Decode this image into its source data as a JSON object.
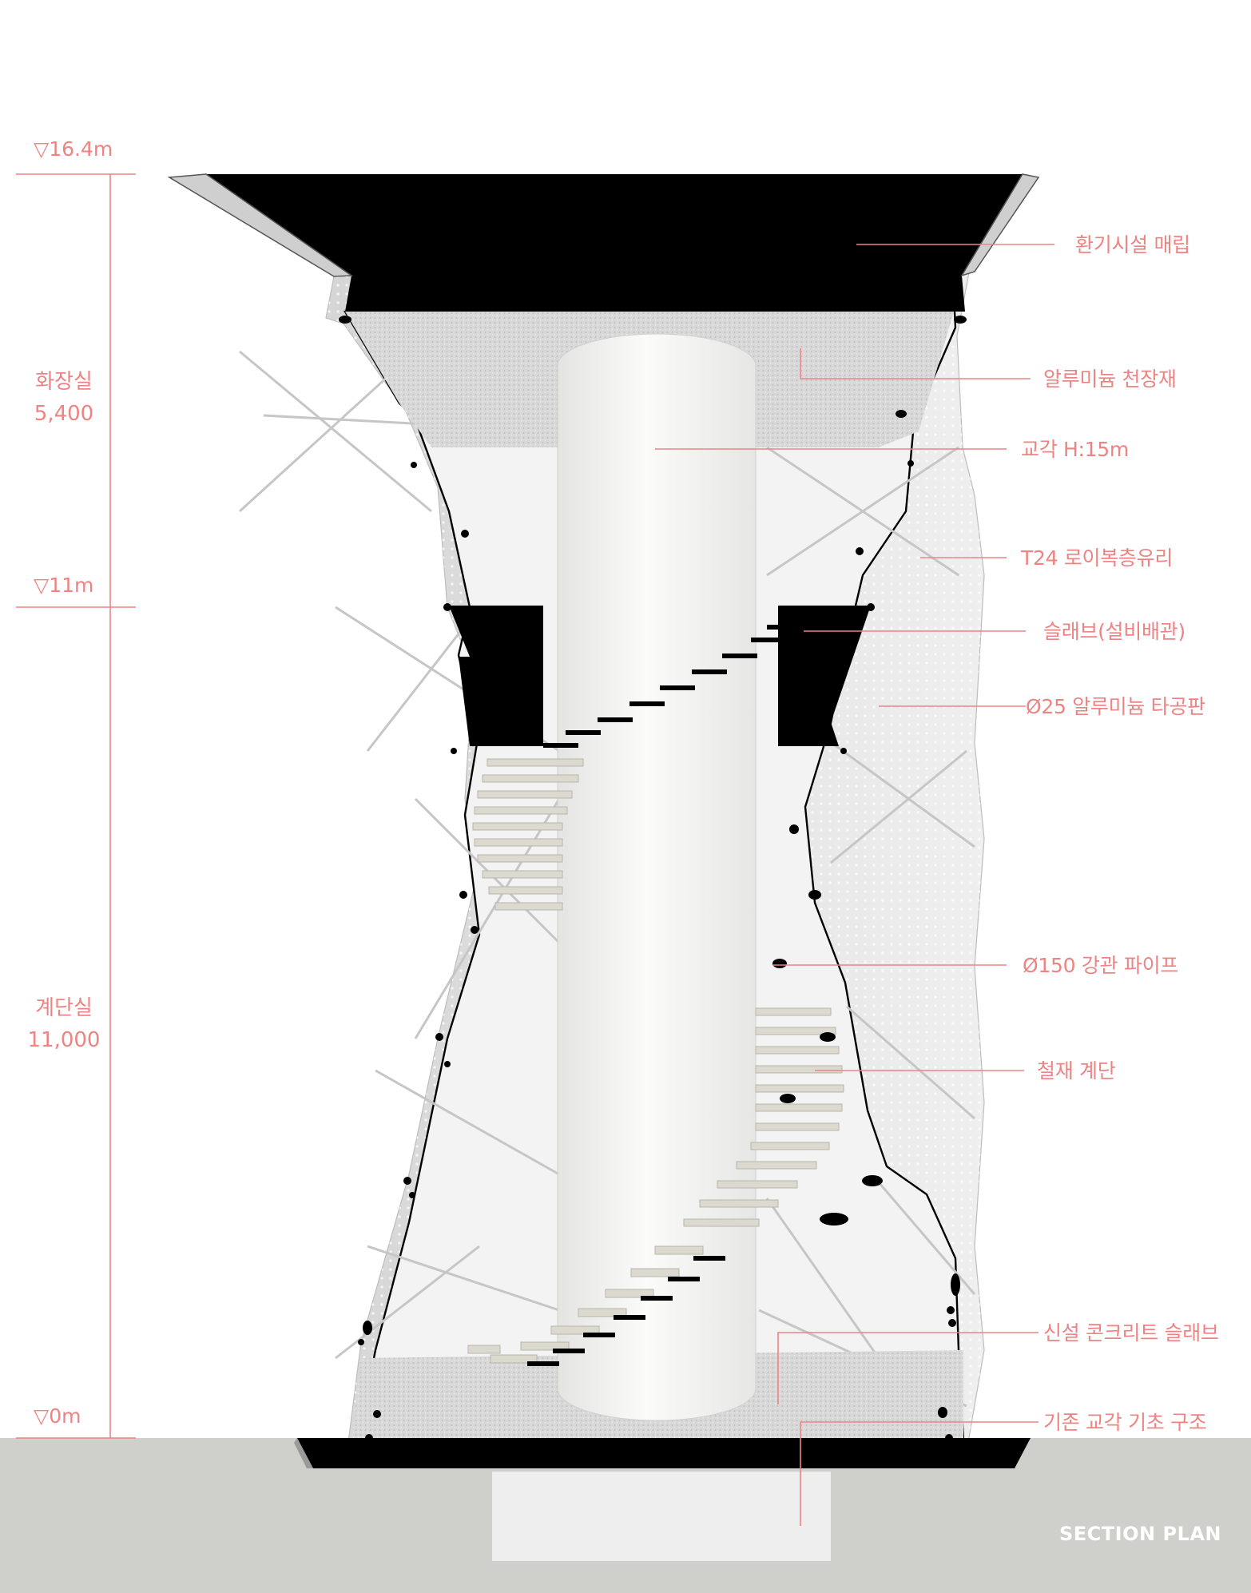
{
  "accent_color": "#ee8383",
  "levels": [
    {
      "label": "▽16.4m"
    },
    {
      "label": "▽11m"
    },
    {
      "label": "▽0m"
    }
  ],
  "zones": [
    {
      "name": "화장실",
      "value": "5,400"
    },
    {
      "name": "계단실",
      "value": "11,000"
    }
  ],
  "callouts": [
    {
      "text": "환기시설 매립"
    },
    {
      "text": "알루미늄 천장재"
    },
    {
      "text": "교각 H:15m"
    },
    {
      "text": "T24 로이복층유리"
    },
    {
      "text": "슬래브(설비배관)"
    },
    {
      "text": "Ø25 알루미늄 타공판"
    },
    {
      "text": "Ø150 강관 파이프"
    },
    {
      "text": "철재 계단"
    },
    {
      "text": "신설 콘크리트 슬래브"
    },
    {
      "text": "기존 교각 기초 구조"
    }
  ],
  "footer": {
    "title": "SECTION PLAN"
  },
  "colors": {
    "ground": "#cfcfcc",
    "slab": "#000000",
    "glass": "#ededed",
    "column": "#f4f4f2"
  }
}
